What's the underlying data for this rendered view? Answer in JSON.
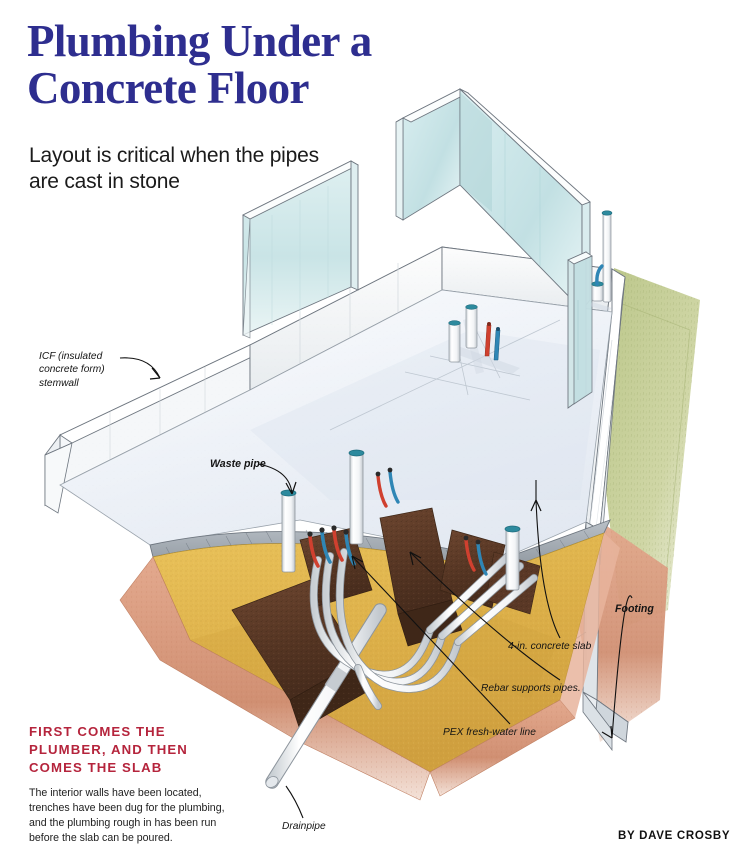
{
  "article": {
    "headline": "Plumbing Under a Concrete Floor",
    "subhead": "Layout is critical when the pipes are cast in stone",
    "kicker": "First comes the plumber, and then comes the slab",
    "deck": "The interior walls have been located, trenches have been dug for the plumbing, and the plumbing rough in has been run before the slab can be poured.",
    "byline": "By Dave Crosby"
  },
  "callouts": [
    {
      "id": "icf",
      "text": "ICF (insulated\nconcrete form)\nstemwall",
      "style": "italic"
    },
    {
      "id": "waste",
      "text": "Waste pipe",
      "style": "bold-italic"
    },
    {
      "id": "footing",
      "text": "Footing",
      "style": "bold-italic"
    },
    {
      "id": "slab",
      "text": "4-in. concrete slab",
      "style": "italic"
    },
    {
      "id": "rebar",
      "text": "Rebar supports pipes.",
      "style": "italic"
    },
    {
      "id": "pex",
      "text": "PEX fresh-water line",
      "style": "italic"
    },
    {
      "id": "drain",
      "text": "Drainpipe",
      "style": "italic"
    }
  ],
  "colors": {
    "headline_blue": "#2e2e8f",
    "kicker_red": "#b5243c",
    "slab_top": "#eef2f7",
    "slab_edge": "#9aa3ac",
    "wall_face": "#f4f8f9",
    "wall_tint": "#cfe6e8",
    "sand_fill": "#e0b44a",
    "trench_soil": "#5c3b28",
    "cut_earth": "#d8957a",
    "grass": "#a9b977",
    "pipe_white": "#fbfbfb",
    "pipe_cap_teal": "#2d8a9e",
    "pex_red": "#d0402f",
    "pex_blue": "#2f86b5",
    "background": "#ffffff"
  },
  "diagram": {
    "type": "isometric-cutaway-illustration",
    "subject": "Basement slab plumbing rough-in",
    "elements": [
      "ICF stemwall perimeter",
      "Poured 4-in. concrete slab",
      "Interior partition walls",
      "Excavated trenches in sand fill",
      "White PVC waste piping with capped stubs",
      "Red and blue PEX fresh-water lines",
      "Rebar pipe supports",
      "Concrete footing",
      "Drainpipe exiting under slab",
      "Grass grade outside stemwall"
    ]
  }
}
